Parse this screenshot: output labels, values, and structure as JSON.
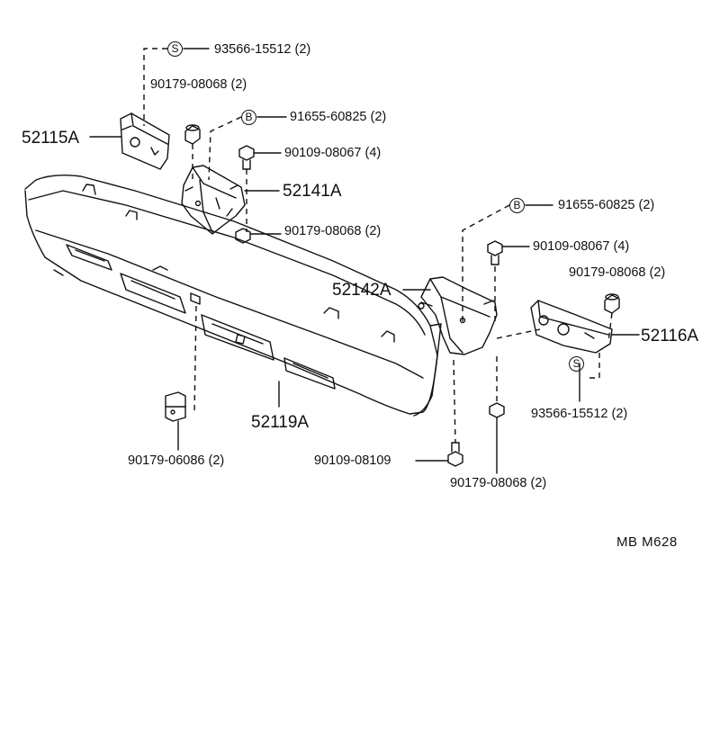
{
  "parts": {
    "p52115A": "52115A",
    "p52141A": "52141A",
    "p52142A": "52142A",
    "p52116A": "52116A",
    "p52119A": "52119A",
    "n93566_top": "93566-15512 (2)",
    "n90179_08068_top": "90179-08068 (2)",
    "n91655_left": "91655-60825 (2)",
    "n90109_08067_left": "90109-08067 (4)",
    "n90179_08068_mid": "90179-08068 (2)",
    "n91655_right": "91655-60825 (2)",
    "n90109_08067_right": "90109-08067 (4)",
    "n90179_08068_right": "90179-08068 (2)",
    "n93566_bottom": "93566-15512 (2)",
    "n90179_06086": "90179-06086 (2)",
    "n90109_08109": "90109-08109",
    "n90179_08068_bottom": "90179-08068 (2)"
  },
  "badges": {
    "s_top": "S",
    "b_left": "B",
    "b_right": "B",
    "s_bottom": "S"
  },
  "reference": "MB  M628"
}
